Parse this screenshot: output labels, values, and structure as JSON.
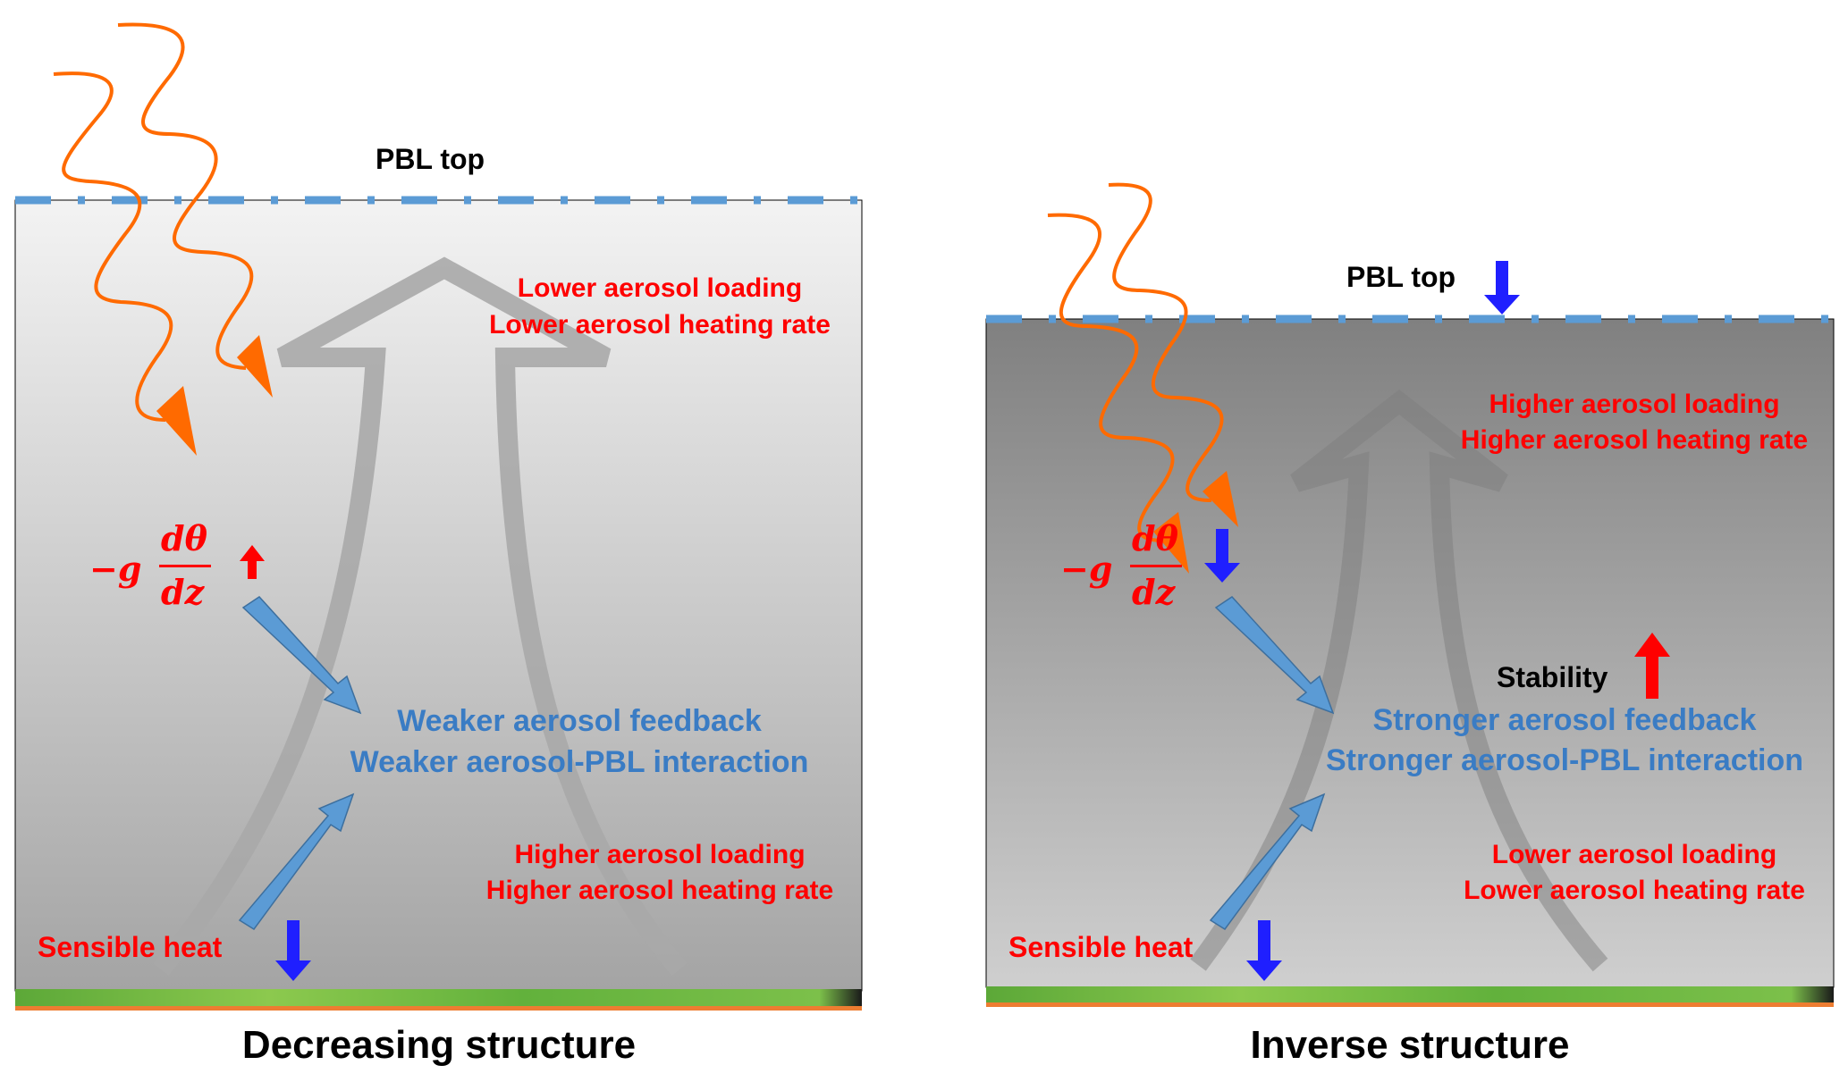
{
  "panels": [
    {
      "id": "decreasing",
      "title": "Decreasing structure",
      "pbl_top_label": "PBL top",
      "pbl_top_arrow": "none",
      "upper_text": [
        "Lower aerosol loading",
        "Lower aerosol heating rate"
      ],
      "lower_text": [
        "Higher aerosol loading",
        "Higher aerosol heating rate"
      ],
      "feedback_text": [
        "Weaker aerosol feedback",
        "Weaker aerosol-PBL interaction"
      ],
      "lapse_rate": {
        "prefix": "−g",
        "numerator": "dθ",
        "denominator": "dz",
        "trend": "up"
      },
      "sensible_heat": {
        "label": "Sensible heat",
        "trend": "down"
      },
      "stability": null,
      "colors": {
        "top": "#f2f2f2",
        "bottom": "#a6a6a6"
      }
    },
    {
      "id": "inverse",
      "title": "Inverse structure",
      "pbl_top_label": "PBL top",
      "pbl_top_arrow": "down",
      "upper_text": [
        "Higher aerosol loading",
        "Higher aerosol heating rate"
      ],
      "lower_text": [
        "Lower aerosol loading",
        "Lower aerosol heating rate"
      ],
      "feedback_text": [
        "Stronger aerosol feedback",
        "Stronger aerosol-PBL interaction"
      ],
      "lapse_rate": {
        "prefix": "−g",
        "numerator": "dθ",
        "denominator": "dz",
        "trend": "down"
      },
      "sensible_heat": {
        "label": "Sensible heat",
        "trend": "down"
      },
      "stability": {
        "label": "Stability",
        "trend": "up"
      },
      "colors": {
        "top": "#808080",
        "bottom": "#cdcdcd"
      }
    }
  ],
  "colors": {
    "solar_radiation": "#ff6a00",
    "pbl_dash": "#5b9bd5",
    "increase_arrow": "#ff0000",
    "decrease_arrow": "#1f1fff",
    "influence_arrow": "#5b9bd5",
    "ground": "#5fb83a",
    "soil": "#ed7d31"
  },
  "icons": {
    "solar": "solar-radiation-wavy-arrow",
    "thermal": "thermal-updraft-arrow"
  }
}
